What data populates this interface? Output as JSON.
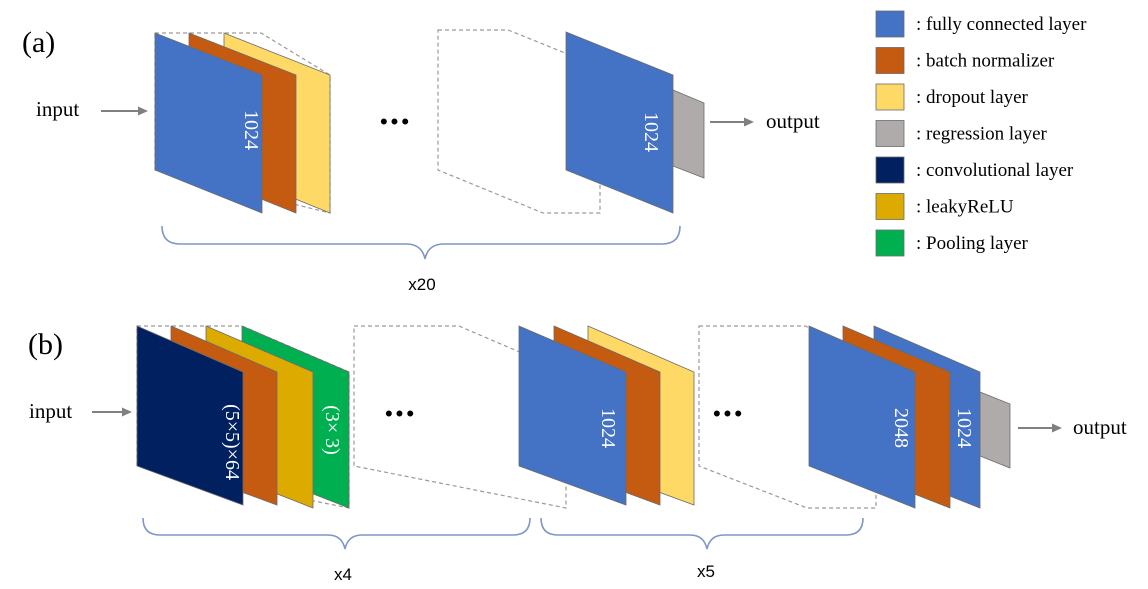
{
  "panel_a": {
    "label": "(a)",
    "input_label": "input",
    "output_label": "output",
    "ellipsis": "•••",
    "first_fc_units": "1024",
    "last_fc_units": "1024",
    "repeat": "x20"
  },
  "panel_b": {
    "label": "(b)",
    "input_label": "input",
    "output_label": "output",
    "ellipsis_1": "•••",
    "ellipsis_2": "•••",
    "conv_spec": "(5×5)×64",
    "pool_spec": "(3× 3)",
    "fc_units_1": "1024",
    "fc_units_2": "2048",
    "fc_units_3": "1024",
    "repeat_1": "x4",
    "repeat_2": "x5"
  },
  "legend": {
    "items": [
      {
        "label": ": fully connected layer",
        "color": "#4472C4"
      },
      {
        "label": ": batch normalizer",
        "color": "#C55A11"
      },
      {
        "label": ": dropout layer",
        "color": "#FFD966"
      },
      {
        "label": ": regression layer",
        "color": "#AFABAB"
      },
      {
        "label": ": convolutional layer",
        "color": "#002060"
      },
      {
        "label": ": leakyReLU",
        "color": "#DDAA00"
      },
      {
        "label": ": Pooling layer",
        "color": "#00B050"
      }
    ]
  }
}
